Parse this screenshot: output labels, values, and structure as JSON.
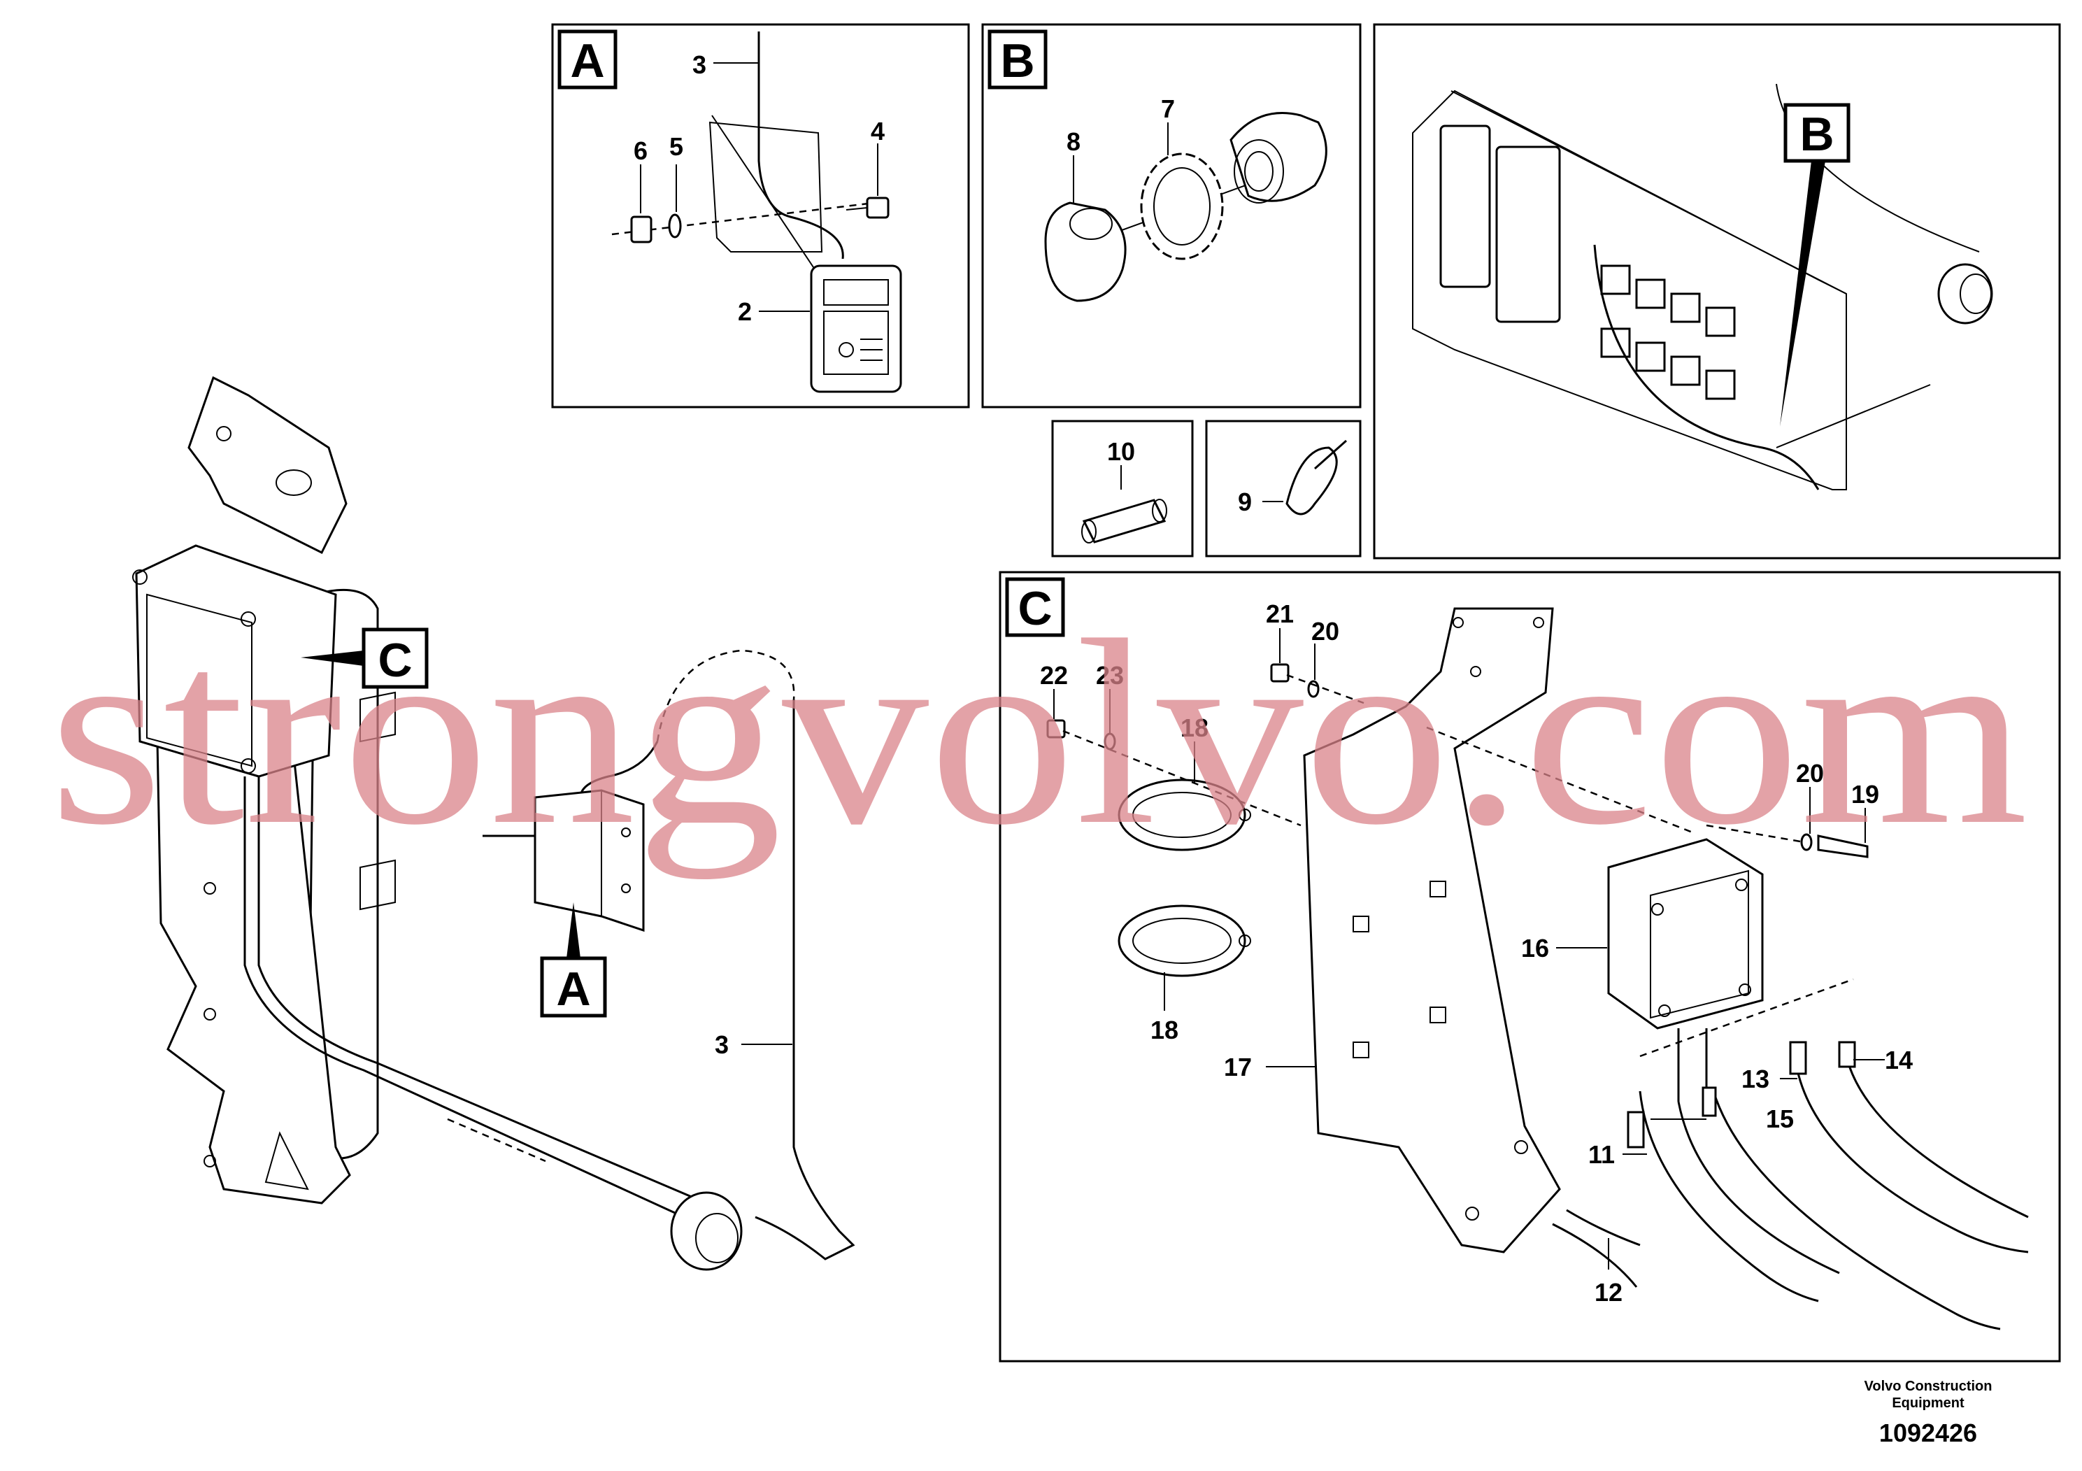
{
  "panels": {
    "A": {
      "letter": "A",
      "labels": {
        "3": "3",
        "6": "6",
        "5": "5",
        "4": "4",
        "2": "2"
      }
    },
    "B": {
      "letter": "B",
      "labels": {
        "8": "8",
        "7": "7"
      }
    },
    "detail": {
      "callout": "B"
    },
    "p10": {
      "label": "10"
    },
    "p9": {
      "label": "9"
    },
    "C": {
      "letter": "C",
      "labels": {
        "22": "22",
        "23": "23",
        "21": "21",
        "20a": "20",
        "18a": "18",
        "18b": "18",
        "20b": "20",
        "19": "19",
        "16": "16",
        "17": "17",
        "13": "13",
        "14": "14",
        "15": "15",
        "11": "11",
        "12": "12"
      }
    }
  },
  "main": {
    "callout_C": "C",
    "callout_A": "A",
    "label_3": "3"
  },
  "watermark": "strongvolvo.com",
  "footer": {
    "company_line1": "Volvo Construction",
    "company_line2": "Equipment",
    "doc_number": "1092426"
  }
}
